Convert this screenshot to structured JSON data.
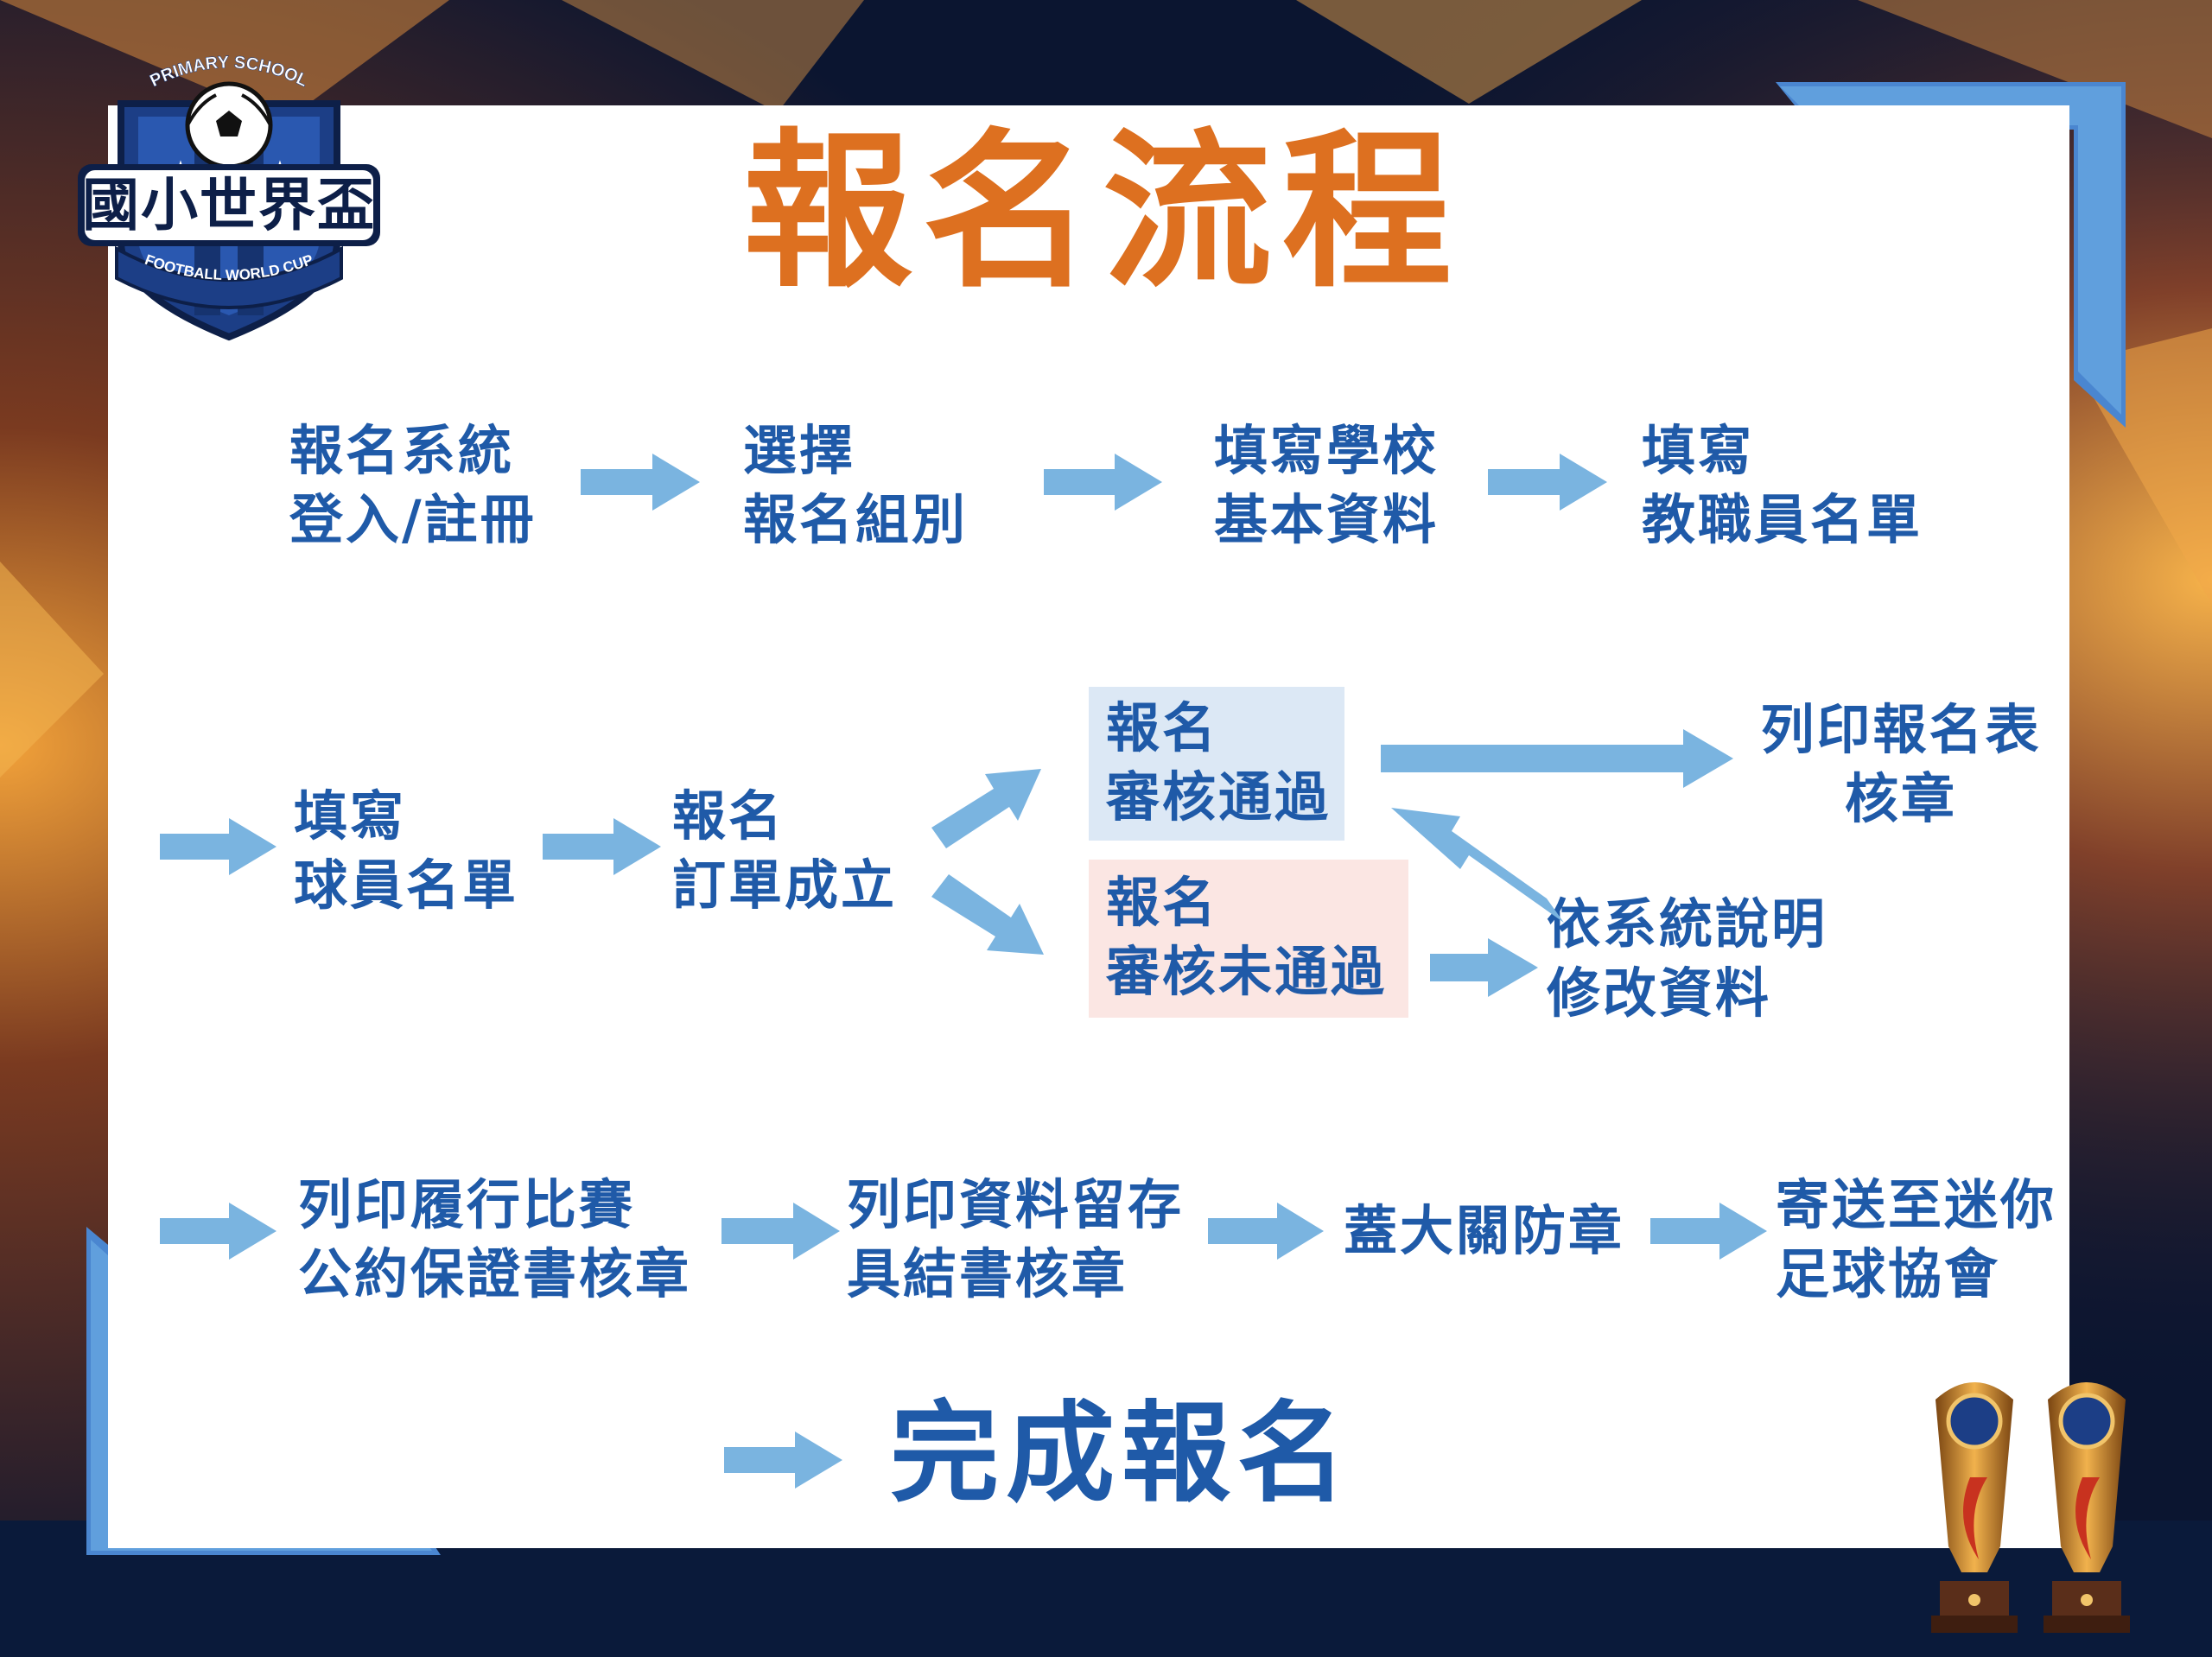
{
  "logo": {
    "top_text": "PRIMARY SCHOOL",
    "main_text": "國小世界盃",
    "bottom_text": "FOOTBALL WORLD CUP"
  },
  "title": "報名流程",
  "row1": [
    {
      "line1": "報名系統",
      "line2": "登入/註冊"
    },
    {
      "line1": "選擇",
      "line2": "報名組別"
    },
    {
      "line1": "填寫學校",
      "line2": "基本資料"
    },
    {
      "line1": "填寫",
      "line2": "教職員名單"
    }
  ],
  "row2": {
    "players": {
      "line1": "填寫",
      "line2": "球員名單"
    },
    "order": {
      "line1": "報名",
      "line2": "訂單成立"
    },
    "approved": {
      "line1": "報名",
      "line2": "審核通過"
    },
    "rejected": {
      "line1": "報名",
      "line2": "審核未通過"
    },
    "print_form": {
      "line1": "列印報名表",
      "line2": "核章"
    },
    "revise": {
      "line1": "依系統說明",
      "line2": "修改資料"
    }
  },
  "row3": [
    {
      "line1": "列印履行比賽",
      "line2": "公約保證書核章"
    },
    {
      "line1": "列印資料留存",
      "line2": "具結書核章"
    },
    {
      "line1": "蓋大關防章",
      "line2": ""
    },
    {
      "line1": "寄送至迷你",
      "line2": "足球協會"
    }
  ],
  "final": "完成報名",
  "colors": {
    "title": "#dd7020",
    "text": "#1f5aa8",
    "arrow": "#7ab4e0",
    "approved_box": "#dce8f5",
    "rejected_box": "#fbe6e3"
  }
}
